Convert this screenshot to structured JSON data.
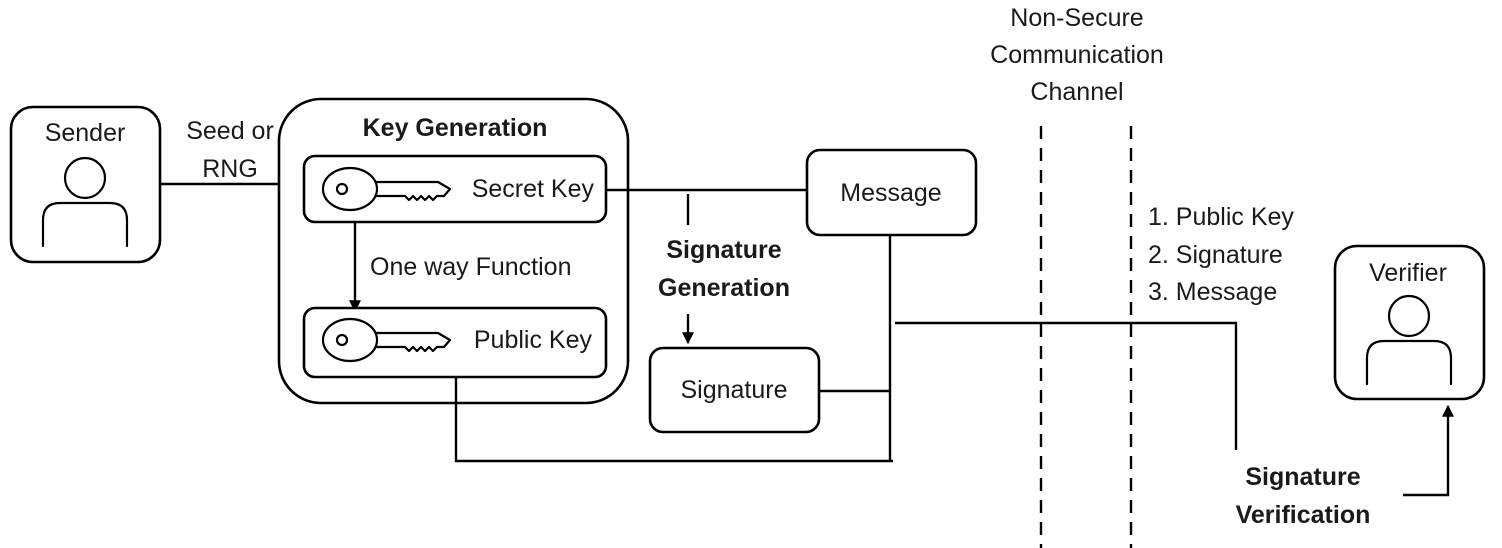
{
  "sender": {
    "label": "Sender",
    "icon": "person-icon"
  },
  "verifier": {
    "label": "Verifier",
    "icon": "person-icon"
  },
  "seed_label": {
    "line1": "Seed or",
    "line2": "RNG"
  },
  "key_generation": {
    "title": "Key Generation",
    "secret_key": "Secret Key",
    "public_key": "Public Key",
    "function_label": "One way Function",
    "key_icon": "key-icon"
  },
  "message": "Message",
  "signature": "Signature",
  "signature_generation": {
    "line1": "Signature",
    "line2": "Generation"
  },
  "channel": {
    "line1": "Non-Secure",
    "line2": "Communication",
    "line3": "Channel"
  },
  "transmitted_items": [
    "1. Public Key",
    "2. Signature",
    "3. Message"
  ],
  "signature_verification": {
    "line1": "Signature",
    "line2": "Verification"
  }
}
